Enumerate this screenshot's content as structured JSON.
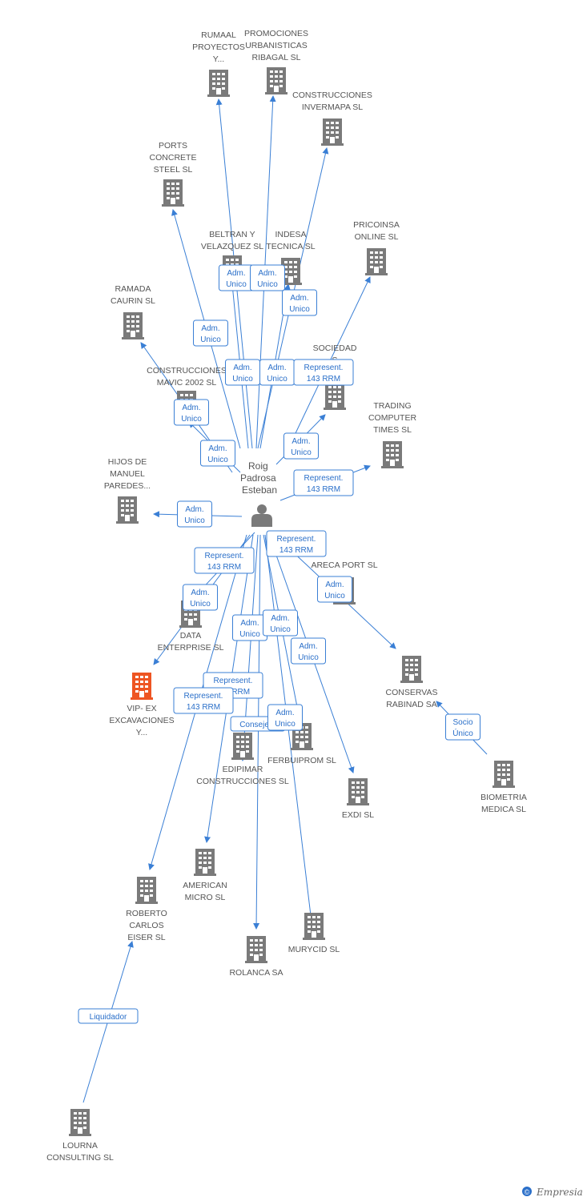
{
  "center": {
    "label_lines": [
      "Roig",
      "Padrosa",
      "Esteban"
    ]
  },
  "colors": {
    "building": "#7a7a7a",
    "highlight": "#ee5522",
    "edge": "#3a7fd5",
    "label_text": "#555555"
  },
  "companies": [
    {
      "id": "rumaal",
      "lines": [
        "RUMAAL",
        "PROYECTOS",
        "Y..."
      ]
    },
    {
      "id": "promociones",
      "lines": [
        "PROMOCIONES",
        "URBANISTICAS",
        "RIBAGAL SL"
      ]
    },
    {
      "id": "invermapa",
      "lines": [
        "CONSTRUCCIONES",
        "INVERMAPA SL"
      ]
    },
    {
      "id": "ports",
      "lines": [
        "PORTS",
        "CONCRETE",
        "STEEL SL"
      ]
    },
    {
      "id": "beltran",
      "lines": [
        "BELTRAN Y",
        "VELAZQUEZ SL"
      ]
    },
    {
      "id": "indesa",
      "lines": [
        "INDESA",
        "TECNICA SL"
      ]
    },
    {
      "id": "pricoinsa",
      "lines": [
        "PRICOINSA",
        "ONLINE SL"
      ]
    },
    {
      "id": "ramada",
      "lines": [
        "RAMADA",
        "CAURIN SL"
      ]
    },
    {
      "id": "sociedad",
      "lines": [
        "SOCIEDAD",
        "...S..."
      ]
    },
    {
      "id": "mavic",
      "lines": [
        "CONSTRUCCIONES",
        "MAVIC 2002 SL"
      ]
    },
    {
      "id": "trading",
      "lines": [
        "TRADING",
        "COMPUTER",
        "TIMES SL"
      ]
    },
    {
      "id": "hijos",
      "lines": [
        "HIJOS DE",
        "MANUEL",
        "PAREDES..."
      ]
    },
    {
      "id": "areca",
      "lines": [
        "ARECA PORT SL"
      ]
    },
    {
      "id": "data",
      "lines": [
        "DATA",
        "ENTERPRISE SL"
      ]
    },
    {
      "id": "vipex",
      "lines": [
        "VIP- EX",
        "EXCAVACIONES",
        "Y..."
      ]
    },
    {
      "id": "conservas",
      "lines": [
        "CONSERVAS",
        "RABINAD SA"
      ]
    },
    {
      "id": "ferbuiprom",
      "lines": [
        "FERBUIPROM SL"
      ]
    },
    {
      "id": "edipimar",
      "lines": [
        "EDIPIMAR",
        "CONSTRUCCIONES SL"
      ]
    },
    {
      "id": "biometria",
      "lines": [
        "BIOMETRIA",
        "MEDICA SL"
      ]
    },
    {
      "id": "exdi",
      "lines": [
        "EXDI SL"
      ]
    },
    {
      "id": "american",
      "lines": [
        "AMERICAN",
        "MICRO SL"
      ]
    },
    {
      "id": "roberto",
      "lines": [
        "ROBERTO",
        "CARLOS",
        "EISER SL"
      ]
    },
    {
      "id": "murycid",
      "lines": [
        "MURYCID SL"
      ]
    },
    {
      "id": "rolanca",
      "lines": [
        "ROLANCA SA"
      ]
    },
    {
      "id": "lourna",
      "lines": [
        "LOURNA",
        "CONSULTING SL"
      ]
    }
  ],
  "relations": [
    {
      "id": "r1",
      "lines": [
        "Adm.",
        "Unico"
      ]
    },
    {
      "id": "r2",
      "lines": [
        "Adm.",
        "Unico"
      ]
    },
    {
      "id": "r3",
      "lines": [
        "Adm.",
        "Unico"
      ]
    },
    {
      "id": "r4",
      "lines": [
        "Adm.",
        "Unico"
      ]
    },
    {
      "id": "r5",
      "lines": [
        "Adm.",
        "Unico"
      ]
    },
    {
      "id": "r6",
      "lines": [
        "Adm.",
        "Unico"
      ]
    },
    {
      "id": "r7",
      "lines": [
        "Represent.",
        "143 RRM"
      ]
    },
    {
      "id": "r8",
      "lines": [
        "Adm.",
        "Unico"
      ]
    },
    {
      "id": "r9",
      "lines": [
        "Adm.",
        "Unico"
      ]
    },
    {
      "id": "r10",
      "lines": [
        "Adm.",
        "Unico"
      ]
    },
    {
      "id": "r11",
      "lines": [
        "Represent.",
        "143 RRM"
      ]
    },
    {
      "id": "r12",
      "lines": [
        "Adm.",
        "Unico"
      ]
    },
    {
      "id": "r13",
      "lines": [
        "Represent.",
        "143 RRM"
      ]
    },
    {
      "id": "r14",
      "lines": [
        "Represent.",
        "143 RRM"
      ]
    },
    {
      "id": "r15",
      "lines": [
        "Adm.",
        "Unico"
      ]
    },
    {
      "id": "r16",
      "lines": [
        "Adm.",
        "Unico"
      ]
    },
    {
      "id": "r17",
      "lines": [
        "Adm.",
        "Unico"
      ]
    },
    {
      "id": "r18",
      "lines": [
        "Adm.",
        "Unico"
      ]
    },
    {
      "id": "r19",
      "lines": [
        "Adm.",
        "Unico"
      ]
    },
    {
      "id": "r20",
      "lines": [
        "Represent.",
        "143 RRM"
      ]
    },
    {
      "id": "r21",
      "lines": [
        "Represent.",
        "143 RRM"
      ]
    },
    {
      "id": "r22",
      "lines": [
        "Consejero"
      ]
    },
    {
      "id": "r23",
      "lines": [
        "Adm.",
        "Unico"
      ]
    },
    {
      "id": "r24",
      "lines": [
        "Socio",
        "Único"
      ]
    },
    {
      "id": "r25",
      "lines": [
        "Liquidador"
      ]
    }
  ],
  "brand": {
    "name": "Empresia",
    "symbol": "©"
  }
}
